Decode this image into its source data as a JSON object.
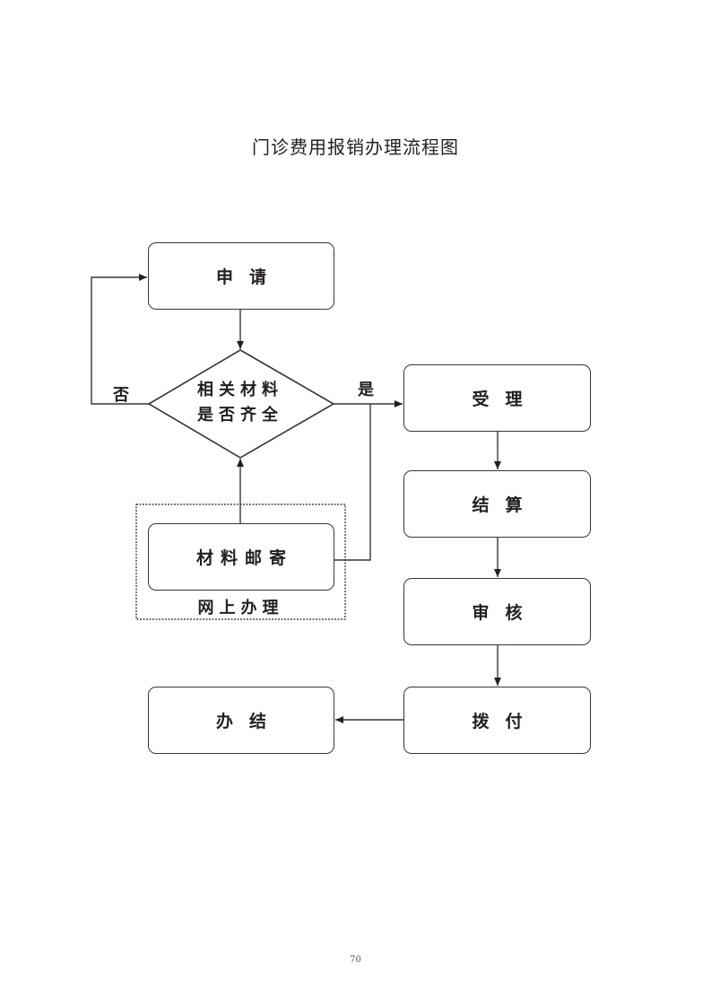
{
  "page": {
    "title": "门诊费用报销办理流程图",
    "page_number": "70"
  },
  "nodes": {
    "apply": "申请",
    "decision_line1": "相关材料",
    "decision_line2": "是否齐全",
    "accept": "受理",
    "settle": "结算",
    "review": "审核",
    "pay": "拨付",
    "complete": "办结",
    "mail": "材料邮寄"
  },
  "edges": {
    "no_label": "否",
    "yes_label": "是"
  },
  "groups": {
    "online_label": "网上办理"
  },
  "colors": {
    "stroke": "#3a3536",
    "text": "#231f20",
    "background": "#ffffff"
  }
}
